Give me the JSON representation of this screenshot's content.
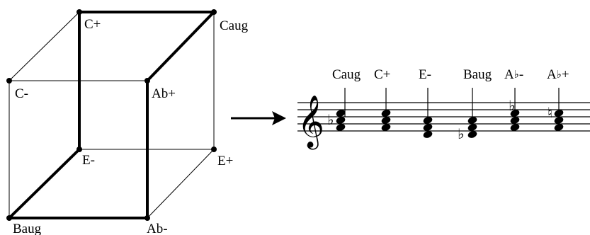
{
  "cube": {
    "vertices": {
      "c_plus": "C+",
      "caug": "Caug",
      "c_minus": "C-",
      "ab_plus": "Ab+",
      "e_minus": "E-",
      "e_plus": "E+",
      "baug": "Baug",
      "ab_minus": "Ab-"
    }
  },
  "score": {
    "chords": [
      {
        "label": "Caug"
      },
      {
        "label": "C+"
      },
      {
        "label": "E-"
      },
      {
        "label": "Baug"
      },
      {
        "label_prefix": "A",
        "label_accidental": "♭",
        "label_suffix": "-"
      },
      {
        "label_prefix": "A",
        "label_accidental": "♭",
        "label_suffix": "+"
      }
    ],
    "clef_glyph": "𝄞",
    "flat_glyph": "♭",
    "natural_glyph": "♮"
  }
}
